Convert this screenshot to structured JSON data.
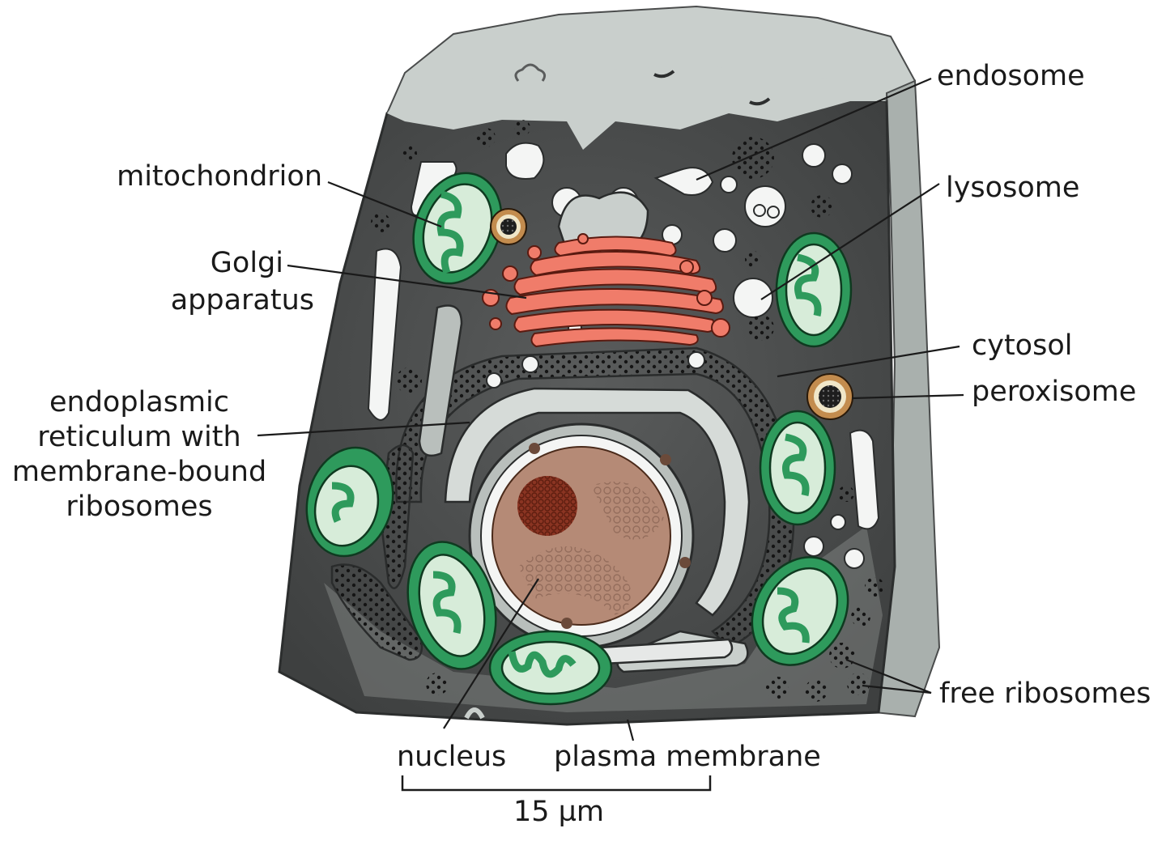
{
  "labels": {
    "endosome": "endosome",
    "lysosome": "lysosome",
    "mitochondrion": "mitochondrion",
    "golgi_line1": "Golgi",
    "golgi_line2": "apparatus",
    "cytosol": "cytosol",
    "peroxisome": "peroxisome",
    "er_line1": "endoplasmic",
    "er_line2": "reticulum with",
    "er_line3": "membrane-bound",
    "er_line4": "ribosomes",
    "free_ribosomes": "free ribosomes",
    "nucleus": "nucleus",
    "plasma_membrane": "plasma membrane"
  },
  "scale_bar": {
    "value": 15,
    "label": "15 µm"
  },
  "colors": {
    "cytosol_dark": "#4a4c4c",
    "cell_surface": "#c9cfcc",
    "cell_side": "#a9b0ad",
    "mitochondria": "#2e9a5c",
    "mitochondria_inner": "#d7ecd9",
    "golgi": "#f07c6a",
    "nucleus": "#b58a76",
    "nucleolus": "#8a3422",
    "peroxisome": "#c38c4e"
  }
}
